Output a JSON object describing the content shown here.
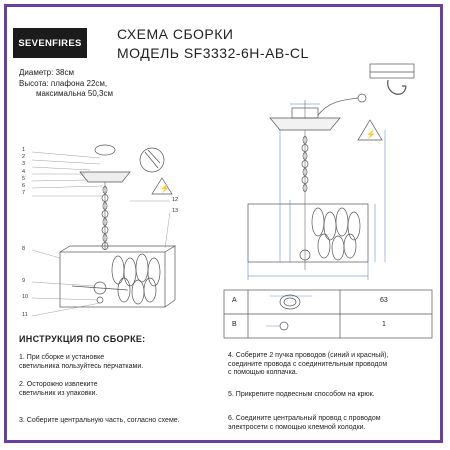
{
  "brand": "SEVENFIRES",
  "title_line1": "СХЕМА СБОРКИ",
  "title_line2": "МОДЕЛЬ SF3332-6H-AB-CL",
  "specs": {
    "diameter": "Диаметр: 38см",
    "height": "Высота: плафона 22см,",
    "height_max": "максимальна 50,3см"
  },
  "left_numbers": [
    "1",
    "2",
    "3",
    "4",
    "5",
    "6",
    "7",
    "8",
    "9",
    "10",
    "11",
    "12",
    "13"
  ],
  "table": {
    "row_a_label": "A",
    "row_a_qty": "63",
    "row_b_label": "B",
    "row_b_qty": "1"
  },
  "instructions": {
    "heading": "ИНСТРУКЦИЯ ПО СБОРКЕ:",
    "steps": [
      "1. При сборке и установке\nсветильника пользуйтесь перчатками.",
      "2. Осторожно извлеките\nсветильник из упаковки.",
      "3. Соберите центральную часть, согласно схеме.",
      "4. Соберите 2 пучка проводов (синий и красный),\nсоедините провода с соединительным проводом\nс помощью колпачка.",
      "5. Прикрепите подвесным способом на крюк.",
      "6. Соедините центральный провод с проводом\nэлектросети с помощью клемной колодки."
    ]
  },
  "colors": {
    "frame": "#6a3fa0",
    "logo_bg": "#1b1b1b",
    "line": "#555555"
  }
}
